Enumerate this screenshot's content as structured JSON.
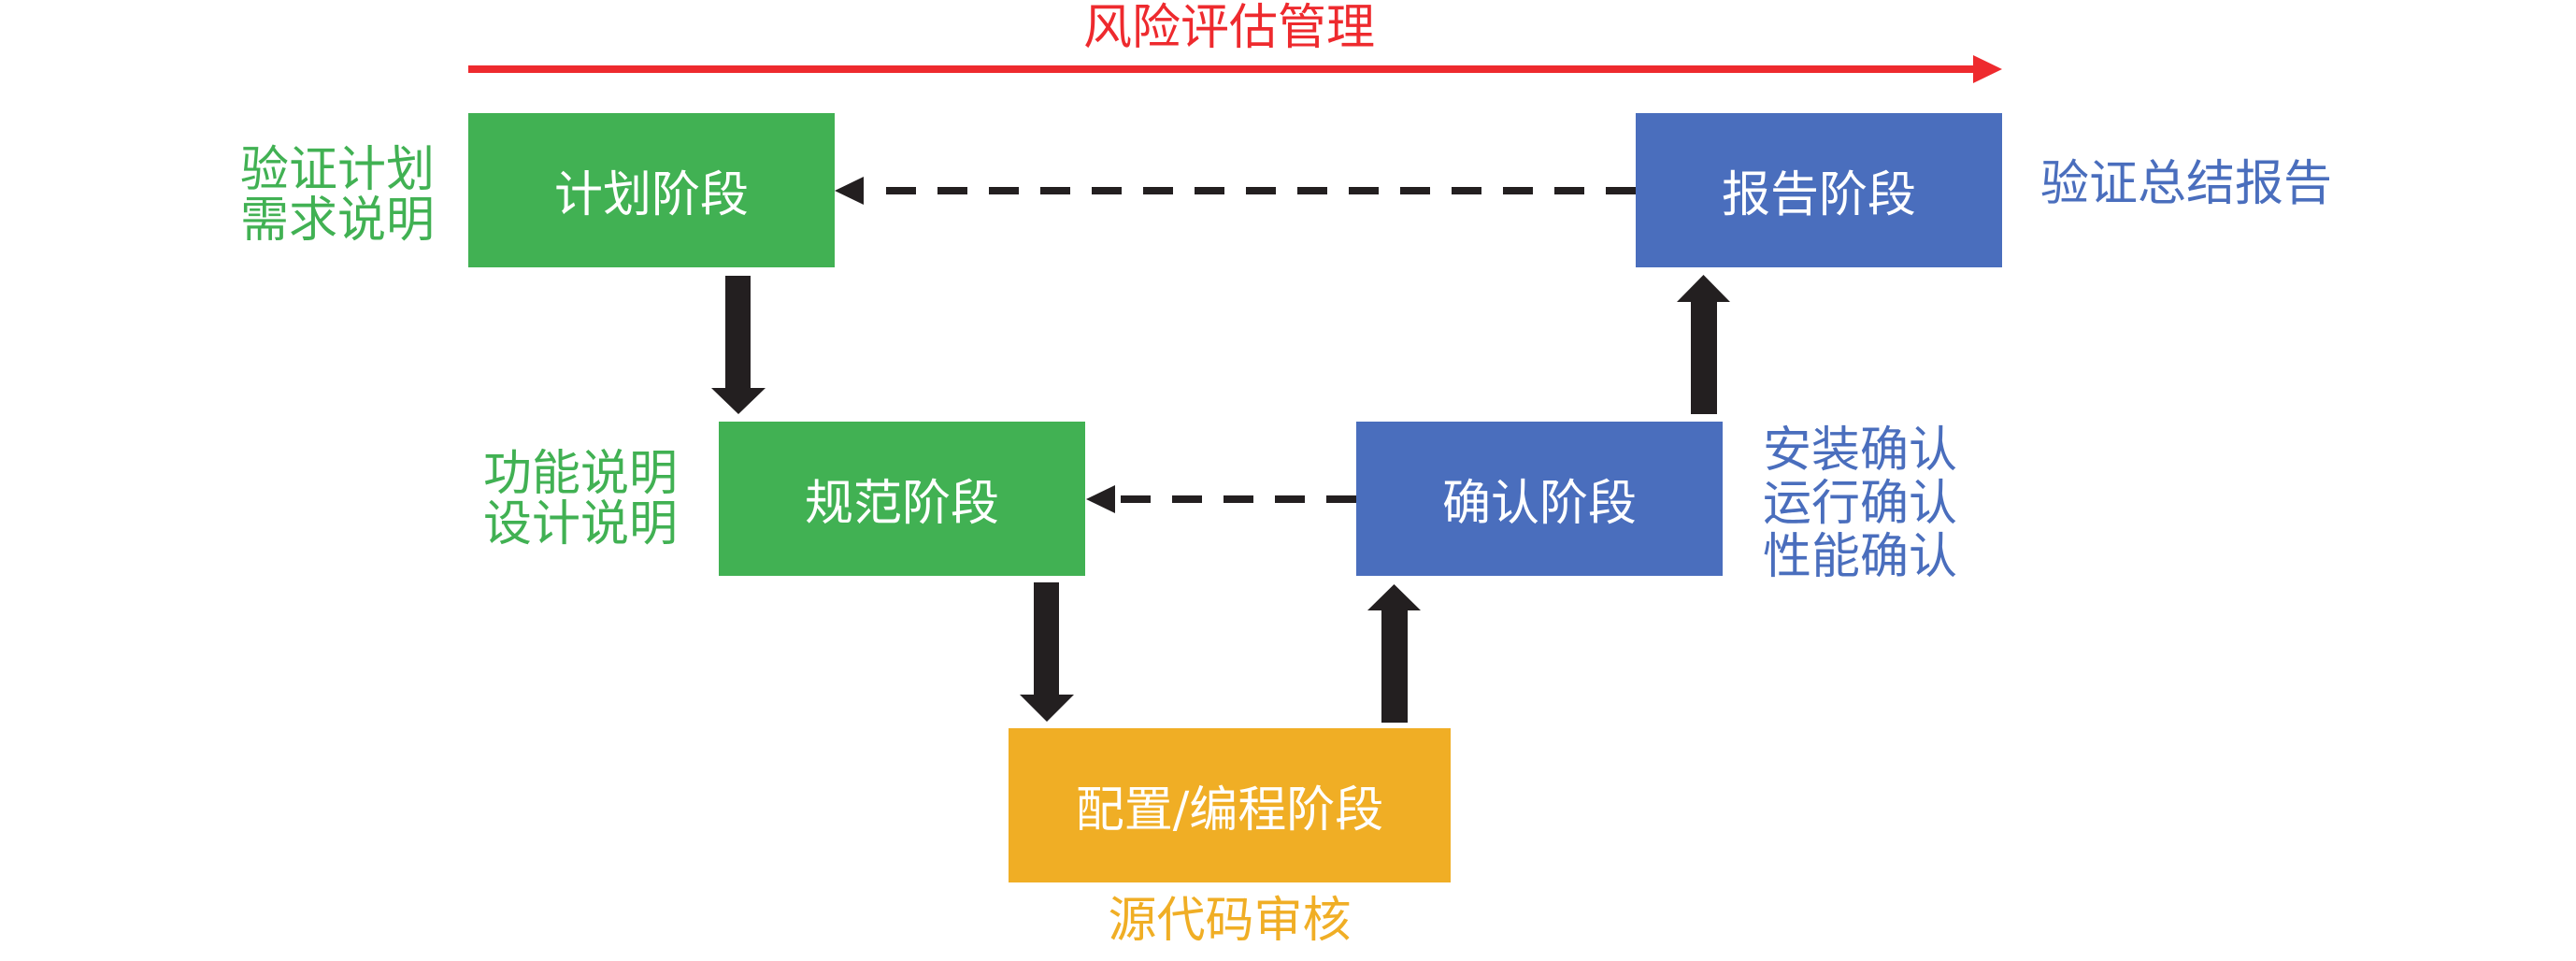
{
  "diagram": {
    "title": "风险评估管理",
    "colors": {
      "risk_arrow": "#ee2a2e",
      "plan_spec": "#41b153",
      "verify_report": "#4a6ebd",
      "config": "#f0ae25",
      "flow_arrows": "#231f20",
      "box_text": "#ffffff"
    },
    "stages": {
      "plan": {
        "label": "计划阶段",
        "notes": [
          "验证计划",
          "需求说明"
        ]
      },
      "spec": {
        "label": "规范阶段",
        "notes": [
          "功能说明",
          "设计说明"
        ]
      },
      "config": {
        "label": "配置/编程阶段",
        "notes": [
          "源代码审核"
        ]
      },
      "verify": {
        "label": "确认阶段",
        "notes": [
          "安装确认",
          "运行确认",
          "性能确认"
        ]
      },
      "report": {
        "label": "报告阶段",
        "notes": [
          "验证总结报告"
        ]
      }
    },
    "connections": [
      {
        "from": "plan",
        "to": "spec",
        "style": "solid"
      },
      {
        "from": "spec",
        "to": "config",
        "style": "solid"
      },
      {
        "from": "config",
        "to": "verify",
        "style": "solid"
      },
      {
        "from": "verify",
        "to": "report",
        "style": "solid"
      },
      {
        "from": "report",
        "to": "plan",
        "style": "dashed"
      },
      {
        "from": "verify",
        "to": "spec",
        "style": "dashed"
      }
    ]
  }
}
